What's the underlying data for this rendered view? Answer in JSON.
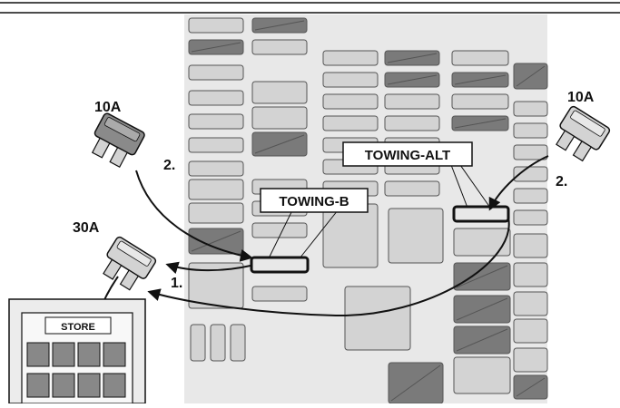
{
  "labels": {
    "fuse_left_top": "10A",
    "fuse_right_top": "10A",
    "fuse_left_mid": "30A",
    "step_left": "2.",
    "step_right": "2.",
    "step_one": "1.",
    "callout_b": "TOWING-B",
    "callout_alt": "TOWING-ALT",
    "store": "STORE"
  },
  "colors": {
    "panel_bg": "#e8e8e8",
    "fuse_light": "#d3d3d3",
    "fuse_dark": "#7a7a7a",
    "outline": "#111111"
  },
  "icons": [
    "fuse-10a-icon",
    "fuse-30a-icon",
    "fuse-storage-box-icon"
  ]
}
